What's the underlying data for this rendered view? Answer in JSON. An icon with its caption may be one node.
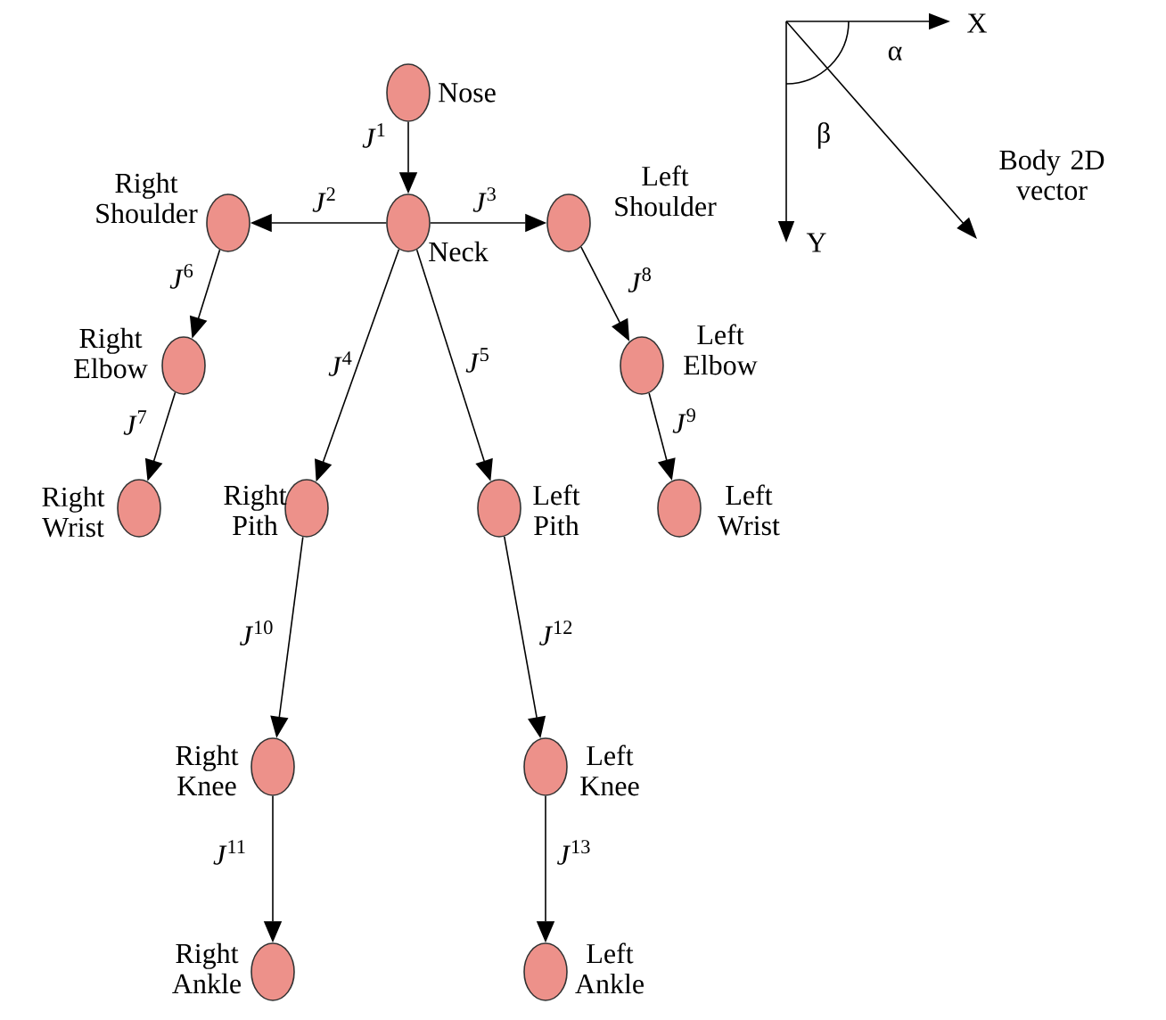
{
  "diagram": {
    "nodes": [
      {
        "text": [],
        "shape": "circle",
        "beside": [
          "Nose"
        ]
      },
      {
        "text": [],
        "shape": "circle",
        "beside": [
          "Neck"
        ]
      },
      {
        "text": [],
        "shape": "circle",
        "beside": [
          "Right Shoulder"
        ]
      },
      {
        "text": [],
        "shape": "circle",
        "beside": [
          "Left Shoulder"
        ]
      },
      {
        "text": [],
        "shape": "circle",
        "beside": [
          "Right Elbow"
        ]
      },
      {
        "text": [],
        "shape": "circle",
        "beside": [
          "Left Elbow"
        ]
      },
      {
        "text": [],
        "shape": "circle",
        "beside": [
          "Right Wrist"
        ]
      },
      {
        "text": [],
        "shape": "circle",
        "beside": [
          "Right Pith"
        ]
      },
      {
        "text": [],
        "shape": "circle",
        "beside": [
          "Left Pith"
        ]
      },
      {
        "text": [],
        "shape": "circle",
        "beside": [
          "Left Wrist"
        ]
      },
      {
        "text": [],
        "shape": "circle",
        "beside": [
          "Right Knee"
        ]
      },
      {
        "text": [],
        "shape": "circle",
        "beside": [
          "Left Knee"
        ]
      },
      {
        "text": [],
        "shape": "circle",
        "beside": [
          "Right Ankle"
        ]
      },
      {
        "text": [],
        "shape": "circle",
        "beside": [
          "Left Ankle"
        ]
      }
    ],
    "edges": [
      {
        "from": 0,
        "to": 1,
        "arrow": "to",
        "label": "*J*$^{1}$"
      },
      {
        "from": 1,
        "to": 2,
        "arrow": "to",
        "label": "*J*$^{2}$"
      },
      {
        "from": 1,
        "to": 3,
        "arrow": "to",
        "label": "*J*$^{3}$"
      },
      {
        "from": 1,
        "to": 7,
        "arrow": "to",
        "label": "*J*$^{4}$"
      },
      {
        "from": 1,
        "to": 8,
        "arrow": "to",
        "label": "*J*$^{5}$"
      },
      {
        "from": 2,
        "to": 4,
        "arrow": "to",
        "label": "*J*$^{6}$"
      },
      {
        "from": 4,
        "to": 6,
        "arrow": "to",
        "label": "*J*$^{7}$"
      },
      {
        "from": 3,
        "to": 5,
        "arrow": "to",
        "label": "*J*$^{8}$"
      },
      {
        "from": 5,
        "to": 9,
        "arrow": "to",
        "label": "*J*$^{9}$"
      },
      {
        "from": 7,
        "to": 10,
        "arrow": "to",
        "label": "*J*$^{10}$"
      },
      {
        "from": 10,
        "to": 12,
        "arrow": "to",
        "label": "*J*$^{11}$"
      },
      {
        "from": 8,
        "to": 11,
        "arrow": "to",
        "label": "*J*$^{12}$"
      },
      {
        "from": 11,
        "to": 13,
        "arrow": "to",
        "label": "*J*$^{13}$"
      }
    ],
    "labels": [
      "X",
      "α",
      "β",
      "Y",
      "Body 2D vector"
    ]
  }
}
